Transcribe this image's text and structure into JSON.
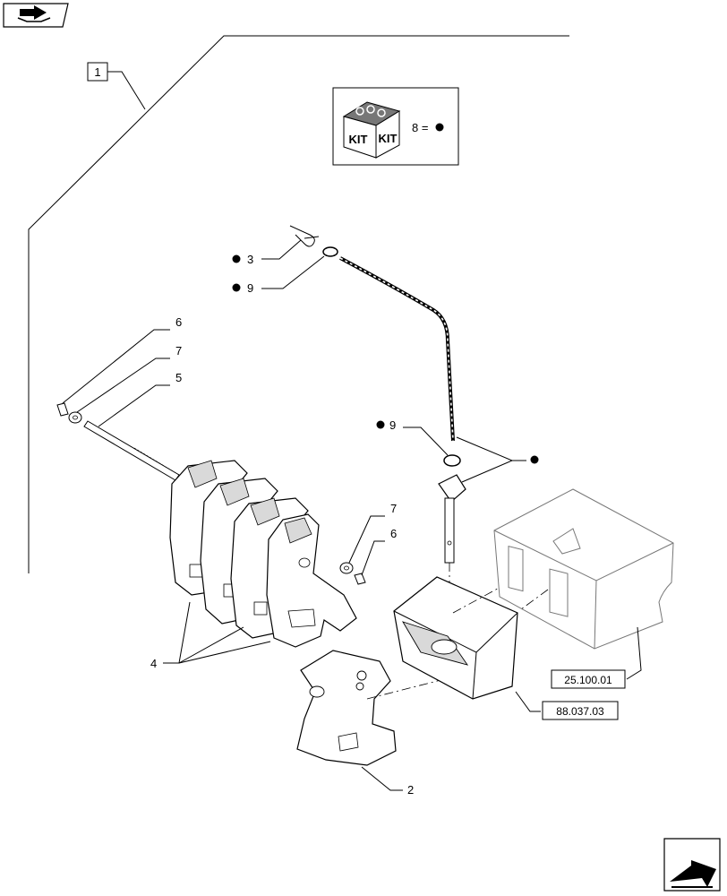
{
  "kit": {
    "left_label": "KIT",
    "right_label": "KIT",
    "legend": "8 =",
    "legend_symbol": "dot"
  },
  "callouts": {
    "group": "1",
    "cotter_pin": "3",
    "ring_top": "9",
    "ring_mid": "9",
    "nut_left": "6",
    "washer_left": "7",
    "bolt": "5",
    "washer_right": "7",
    "nut_right": "6",
    "weights": "4",
    "bracket": "2"
  },
  "references": {
    "frame": "25.100.01",
    "hitch": "88.037.03"
  },
  "icons": {
    "top_left": "book-arrow-icon",
    "bottom_right": "next-page-arrow-icon",
    "kit_box": "kit-box-icon"
  },
  "colors": {
    "line": "#000000",
    "part_fill": "#ffffff",
    "shade": "#d9d9d9"
  }
}
